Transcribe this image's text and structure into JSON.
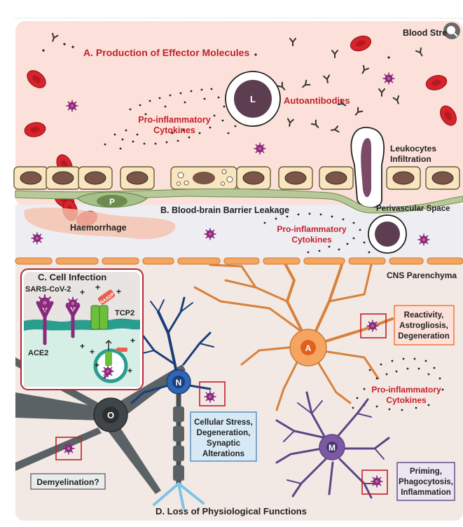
{
  "sections": {
    "a": "A. Production of Effector Molecules",
    "b": "B. Blood-brain Barrier Leakage",
    "c": "C. Cell Infection",
    "d": "D. Loss of Physiological Functions"
  },
  "regions": {
    "blood_stream": "Blood Stre",
    "perivascular_space": "Perivascular Space",
    "cns_parenchyma": "CNS Parenchyma"
  },
  "labels": {
    "autoantibodies": "Autoantibodies",
    "cytokines_top_line1": "Pro-inflammatory",
    "cytokines_top_line2": "Cytokines",
    "cytokines_mid_line1": "Pro-inflammatory",
    "cytokines_mid_line2": "Cytokines",
    "cytokines_low_line1": "Pro-inflammatory",
    "cytokines_low_line2": "Cytokines",
    "leukocytes_line1": "Leukocytes",
    "leukocytes_line2": "Infiltration",
    "haemorrhage": "Haemorrhage",
    "sars": "SARS-CoV-2",
    "ace2": "ACE2",
    "tcp2": "TCP2",
    "naadp": "NAADP",
    "plus": "+"
  },
  "cells": {
    "leukocyte": "L",
    "pericyte": "P",
    "astrocyte": "A",
    "neuron": "N",
    "oligodendrocyte": "O",
    "microglia": "M"
  },
  "boxes": {
    "astro": [
      "Reactivity,",
      "Astrogliosis,",
      "Degeneration"
    ],
    "neuron": [
      "Cellular Stress,",
      "Degeneration,",
      "Synaptic",
      "Alterations"
    ],
    "micro": [
      "Priming,",
      "Phagocytosis,",
      "Inflammation"
    ],
    "demyelination": "Demyelination?"
  },
  "colors": {
    "blood_bg": "#fbe1da",
    "perivascular_bg": "#eeeef2",
    "parenchyma_bg": "#f3e9e4",
    "rbc": "#d7232b",
    "virus": "#8a2a7d",
    "astrocyte": "#f5a55f",
    "neuron": "#2f66b5",
    "oligodendrocyte": "#5b6265",
    "microglia": "#7c5aa3",
    "red_label": "#c41f2b"
  },
  "icons": [
    "zoom-icon",
    "virus-icon",
    "antibody-icon",
    "red-blood-cell-icon"
  ]
}
